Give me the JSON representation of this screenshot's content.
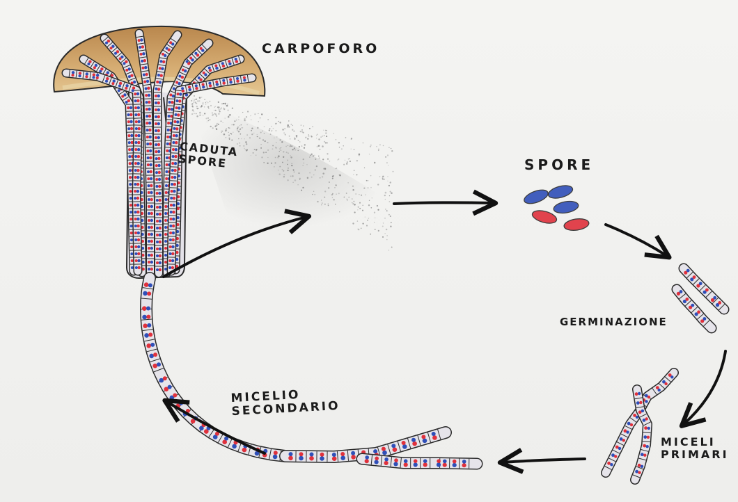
{
  "labels": {
    "carpoforo": "CARPOFORO",
    "caduta_line1": "CADUTA",
    "caduta_line2": "SPORE",
    "spore": "SPORE",
    "germinazione": "GERMINAZIONE",
    "micelio_secondario_line1": "MICELIO",
    "micelio_secondario_line2": "SECONDARIO",
    "miceli_primari_line1": "MICELI",
    "miceli_primari_line2": "PRIMARI"
  },
  "colors": {
    "cap_fill": "#d8b27a",
    "cap_dark": "#9c6b36",
    "hypha_fill": "#e6e4ea",
    "outline": "#2a2a2a",
    "nucleus_red": "#e0313c",
    "nucleus_blue": "#2f4fb8",
    "arrow": "#111111"
  },
  "spores": [
    {
      "color": "blue"
    },
    {
      "color": "blue"
    },
    {
      "color": "blue"
    },
    {
      "color": "red"
    },
    {
      "color": "red"
    }
  ]
}
